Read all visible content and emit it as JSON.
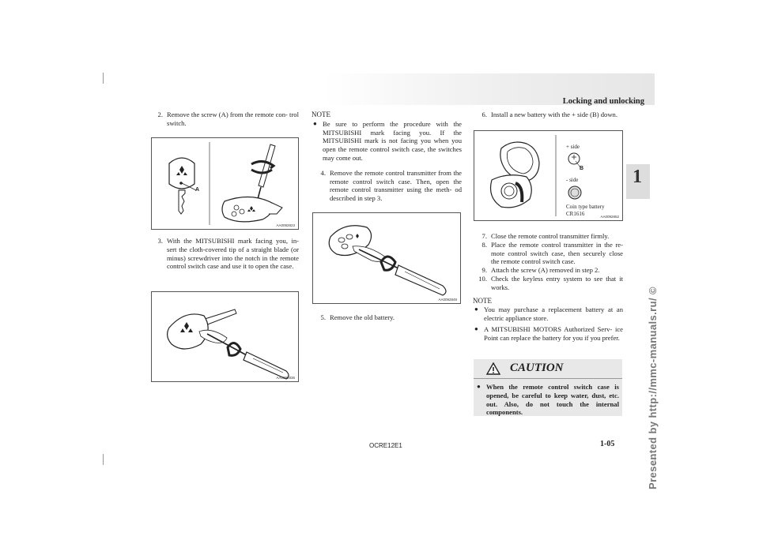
{
  "header": {
    "title": "Locking and unlocking"
  },
  "tab": {
    "number": "1"
  },
  "side_watermark": "Presented by http://mmc-manuals.ru/ ©",
  "col1": {
    "step2_num": "2.",
    "step2_text": "Remove the screw (A) from the remote con- trol switch.",
    "fig1_code": "AA0092823",
    "fig1_label": "A",
    "step3_num": "3.",
    "step3_text": "With the MITSUBISHI mark facing you, in- sert the cloth-covered tip of a straight blade (or minus) screwdriver into the notch in the remote control switch case and use it to open the case.",
    "fig2_code": "AA0092836"
  },
  "col2": {
    "note_heading": "NOTE",
    "note_bullet": "Be sure to perform the procedure with the MITSUBISHI mark facing you. If the MITSUBISHI mark is not facing you when you open the remote control switch case, the switches may come out.",
    "step4_num": "4.",
    "step4_text": "Remove the remote control transmitter from the remote control switch case. Then, open the remote control transmitter using the meth- od described in step 3.",
    "fig3_code": "AA0092849",
    "step5_num": "5.",
    "step5_text": "Remove the old battery."
  },
  "col3": {
    "step6_num": "6.",
    "step6_text": "Install a new battery with the + side (B) down.",
    "fig4_plus_side": "+ side",
    "fig4_minus_side": "- side",
    "fig4_b_label": "B",
    "fig4_battery_line1": "Coin type battery",
    "fig4_battery_line2": "CR1616",
    "fig4_code": "AA0092852",
    "steps": [
      {
        "num": "7.",
        "text": "Close the remote control transmitter firmly."
      },
      {
        "num": "8.",
        "text": "Place the remote control transmitter in the re- mote control switch case, then securely close the remote control switch case."
      },
      {
        "num": "9.",
        "text": "Attach the screw (A) removed in step 2."
      },
      {
        "num": "10.",
        "text": "Check the keyless entry system to see that it works."
      }
    ],
    "note_heading": "NOTE",
    "note_bullets": [
      "You may purchase a replacement battery at an electric appliance store.",
      "A MITSUBISHI MOTORS Authorized Serv- ice Point can replace the battery for you if you prefer."
    ],
    "caution_title": "CAUTION",
    "caution_text": "When the remote control switch case is opened, be careful to keep water, dust, etc. out. Also, do not touch the internal components."
  },
  "footer": {
    "code": "OCRE12E1",
    "page": "1-05"
  }
}
